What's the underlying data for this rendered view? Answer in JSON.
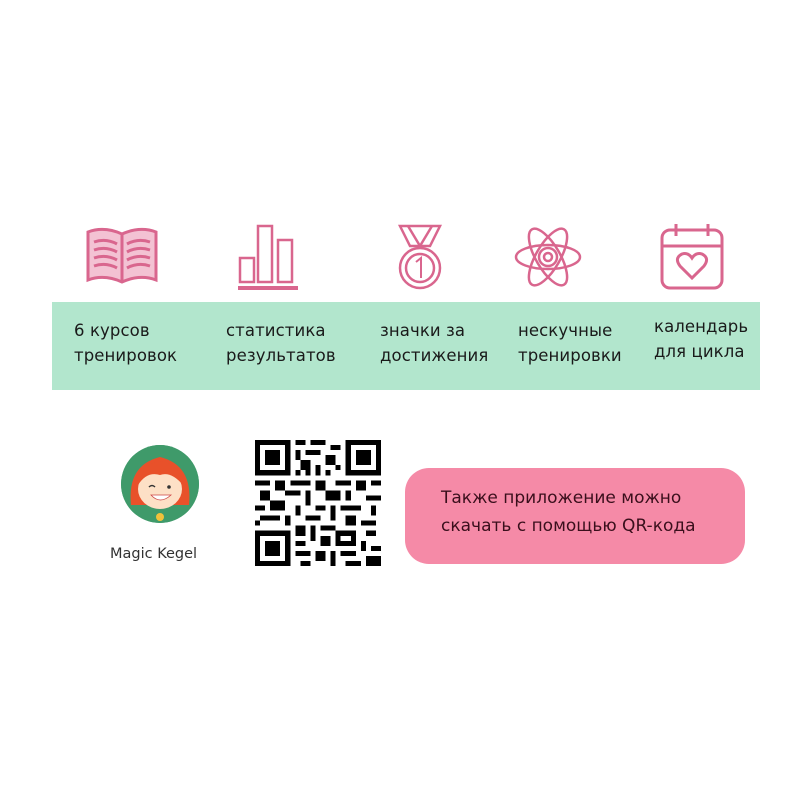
{
  "colors": {
    "accent_pink": "#d9668e",
    "band_green": "#b2e6cd",
    "cta_pink": "#f58aa7",
    "app_green": "#3f9a6a"
  },
  "icons": [
    {
      "name": "open-book-icon"
    },
    {
      "name": "bar-chart-icon"
    },
    {
      "name": "medal-icon",
      "number": "1"
    },
    {
      "name": "atom-icon"
    },
    {
      "name": "calendar-heart-icon"
    }
  ],
  "features": [
    {
      "line1": "6 курсов",
      "line2": "тренировок"
    },
    {
      "line1": "статистика",
      "line2": "результатов"
    },
    {
      "line1": "значки за",
      "line2": "достижения"
    },
    {
      "line1": "нескучные",
      "line2": "тренировки"
    },
    {
      "line1": "календарь",
      "line2": "для цикла"
    }
  ],
  "app": {
    "name": "Magic Kegel"
  },
  "qr": {
    "label": "qr-code"
  },
  "cta": {
    "line1": "Также приложение можно",
    "line2": "скачать с помощью QR-кода"
  }
}
